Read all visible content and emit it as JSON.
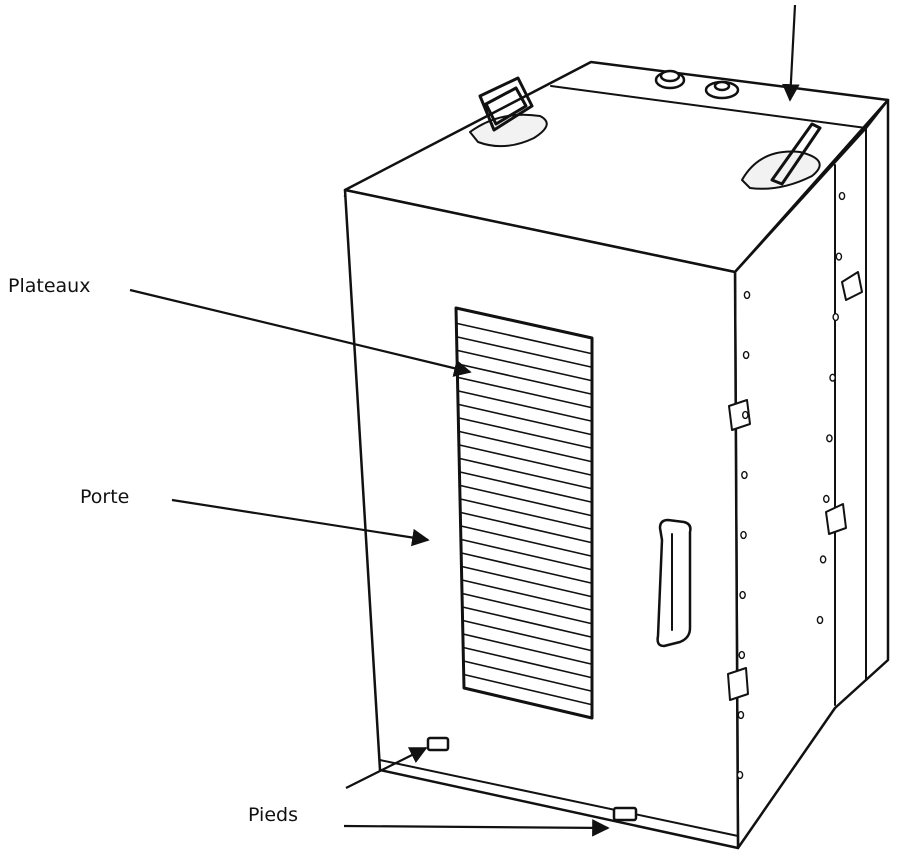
{
  "diagram": {
    "subject": "food-dehydrator",
    "labels": {
      "plateaux": "Plateaux",
      "porte": "Porte",
      "pieds": "Pieds"
    },
    "colors": {
      "stroke": "#111111",
      "fill": "#ffffff",
      "shade": "#f2f2f2"
    }
  }
}
